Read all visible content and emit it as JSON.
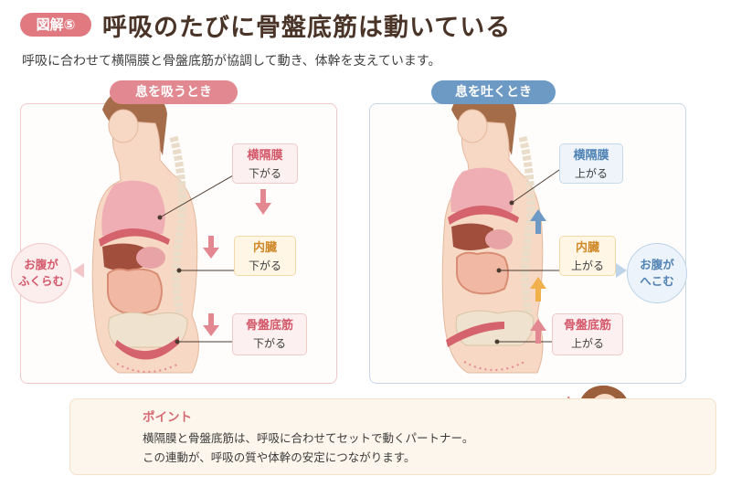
{
  "header": {
    "badge": "図解⑤",
    "title": "呼吸のたびに骨盤底筋は動いている",
    "subtitle": "呼吸に合わせて横隔膜と骨盤底筋が協調して動き、体幹を支えています。"
  },
  "inhale": {
    "title": "息を吸うとき",
    "belly_line1": "お腹が",
    "belly_line2": "ふくらむ",
    "diaphragm": {
      "name": "横隔膜",
      "action": "下がる"
    },
    "organs": {
      "name": "内臓",
      "action": "下がる"
    },
    "pelvic_floor": {
      "name": "骨盤底筋",
      "action": "下がる"
    }
  },
  "exhale": {
    "title": "息を吐くとき",
    "belly_line1": "お腹が",
    "belly_line2": "へこむ",
    "diaphragm": {
      "name": "横隔膜",
      "action": "上がる"
    },
    "organs": {
      "name": "内臓",
      "action": "上がる"
    },
    "pelvic_floor": {
      "name": "骨盤底筋",
      "action": "上がる"
    }
  },
  "point": {
    "title": "ポイント",
    "line1": "横隔膜と骨盤底筋は、呼吸に合わせてセットで動くパートナー。",
    "line2": "この連動が、呼吸の質や体幹の安定につながります。"
  },
  "colors": {
    "inhale_accent": "#e28890",
    "exhale_accent": "#6d9ac4",
    "organ_accent": "#d08a2a"
  },
  "icons": {
    "arrow_down": "arrow-down-icon",
    "arrow_up": "arrow-up-icon",
    "lightbulb": "lightbulb-icon"
  }
}
